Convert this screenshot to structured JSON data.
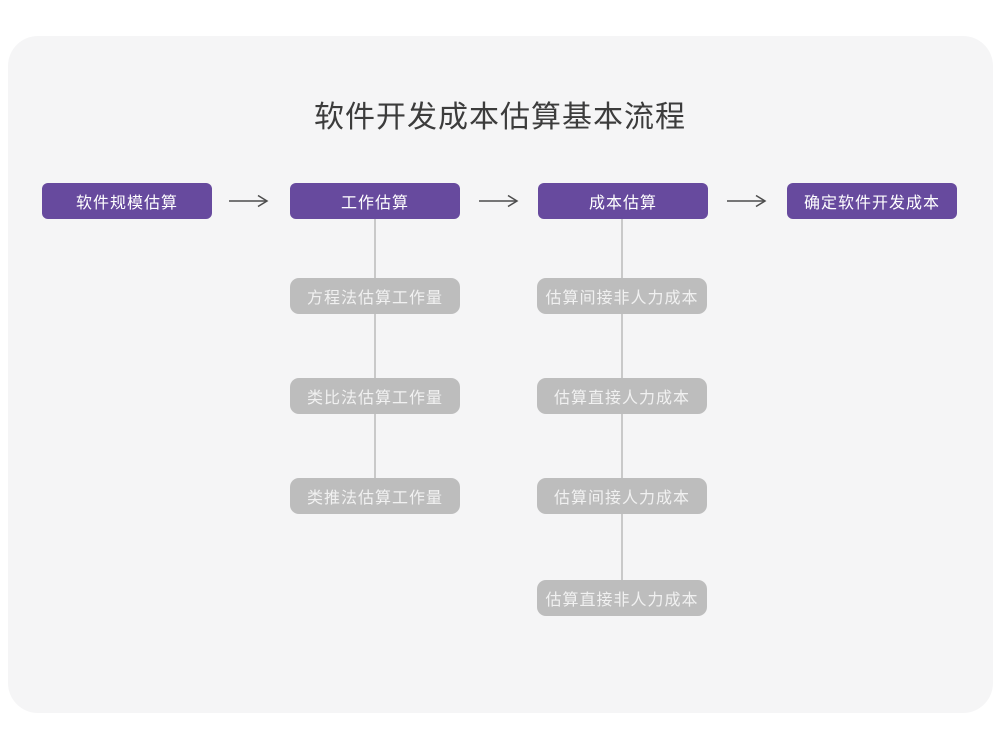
{
  "title": "软件开发成本估算基本流程",
  "colors": {
    "card_background": "#F5F5F6",
    "page_background": "#FFFFFF",
    "primary_purple": "#674A9E",
    "substep_gray": "#BDBDBD",
    "connector_gray": "#C9C9C9",
    "arrow_gray": "#4D4D4D",
    "title_text": "#3C3C3C"
  },
  "flow": {
    "main_steps": [
      {
        "label": "软件规模估算"
      },
      {
        "label": "工作估算"
      },
      {
        "label": "成本估算"
      },
      {
        "label": "确定软件开发成本"
      }
    ],
    "work_substeps": [
      "方程法估算工作量",
      "类比法估算工作量",
      "类推法估算工作量"
    ],
    "cost_substeps": [
      "估算间接非人力成本",
      "估算直接人力成本",
      "估算间接人力成本",
      "估算直接非人力成本"
    ]
  }
}
